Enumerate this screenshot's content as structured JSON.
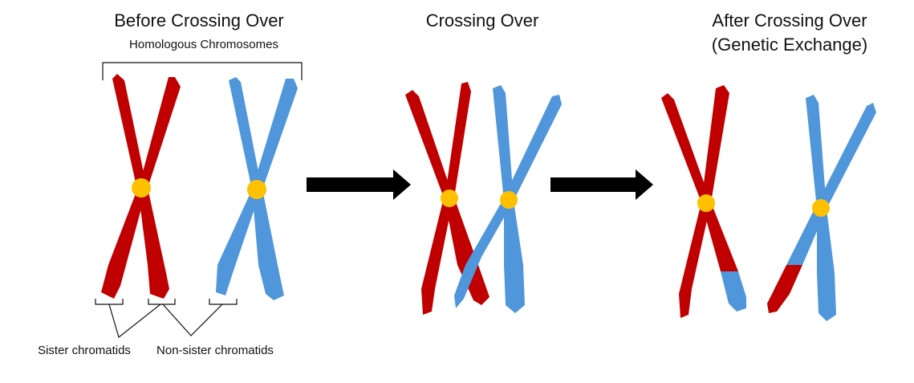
{
  "panels": [
    {
      "title": "Before Crossing Over",
      "subtitle": ""
    },
    {
      "title": "Crossing Over",
      "subtitle": ""
    },
    {
      "title": "After Crossing Over",
      "subtitle": "(Genetic Exchange)"
    }
  ],
  "labels": {
    "homologous": "Homologous Chromosomes",
    "sister": "Sister chromatids",
    "non_sister": "Non-sister chromatids"
  },
  "colors": {
    "maternal": "#c00000",
    "paternal": "#4f96da",
    "centromere": "#ffc000",
    "arrow": "#000000",
    "text": "#111111"
  },
  "icons": [
    "arrow-right-icon",
    "arrow-right-icon"
  ]
}
